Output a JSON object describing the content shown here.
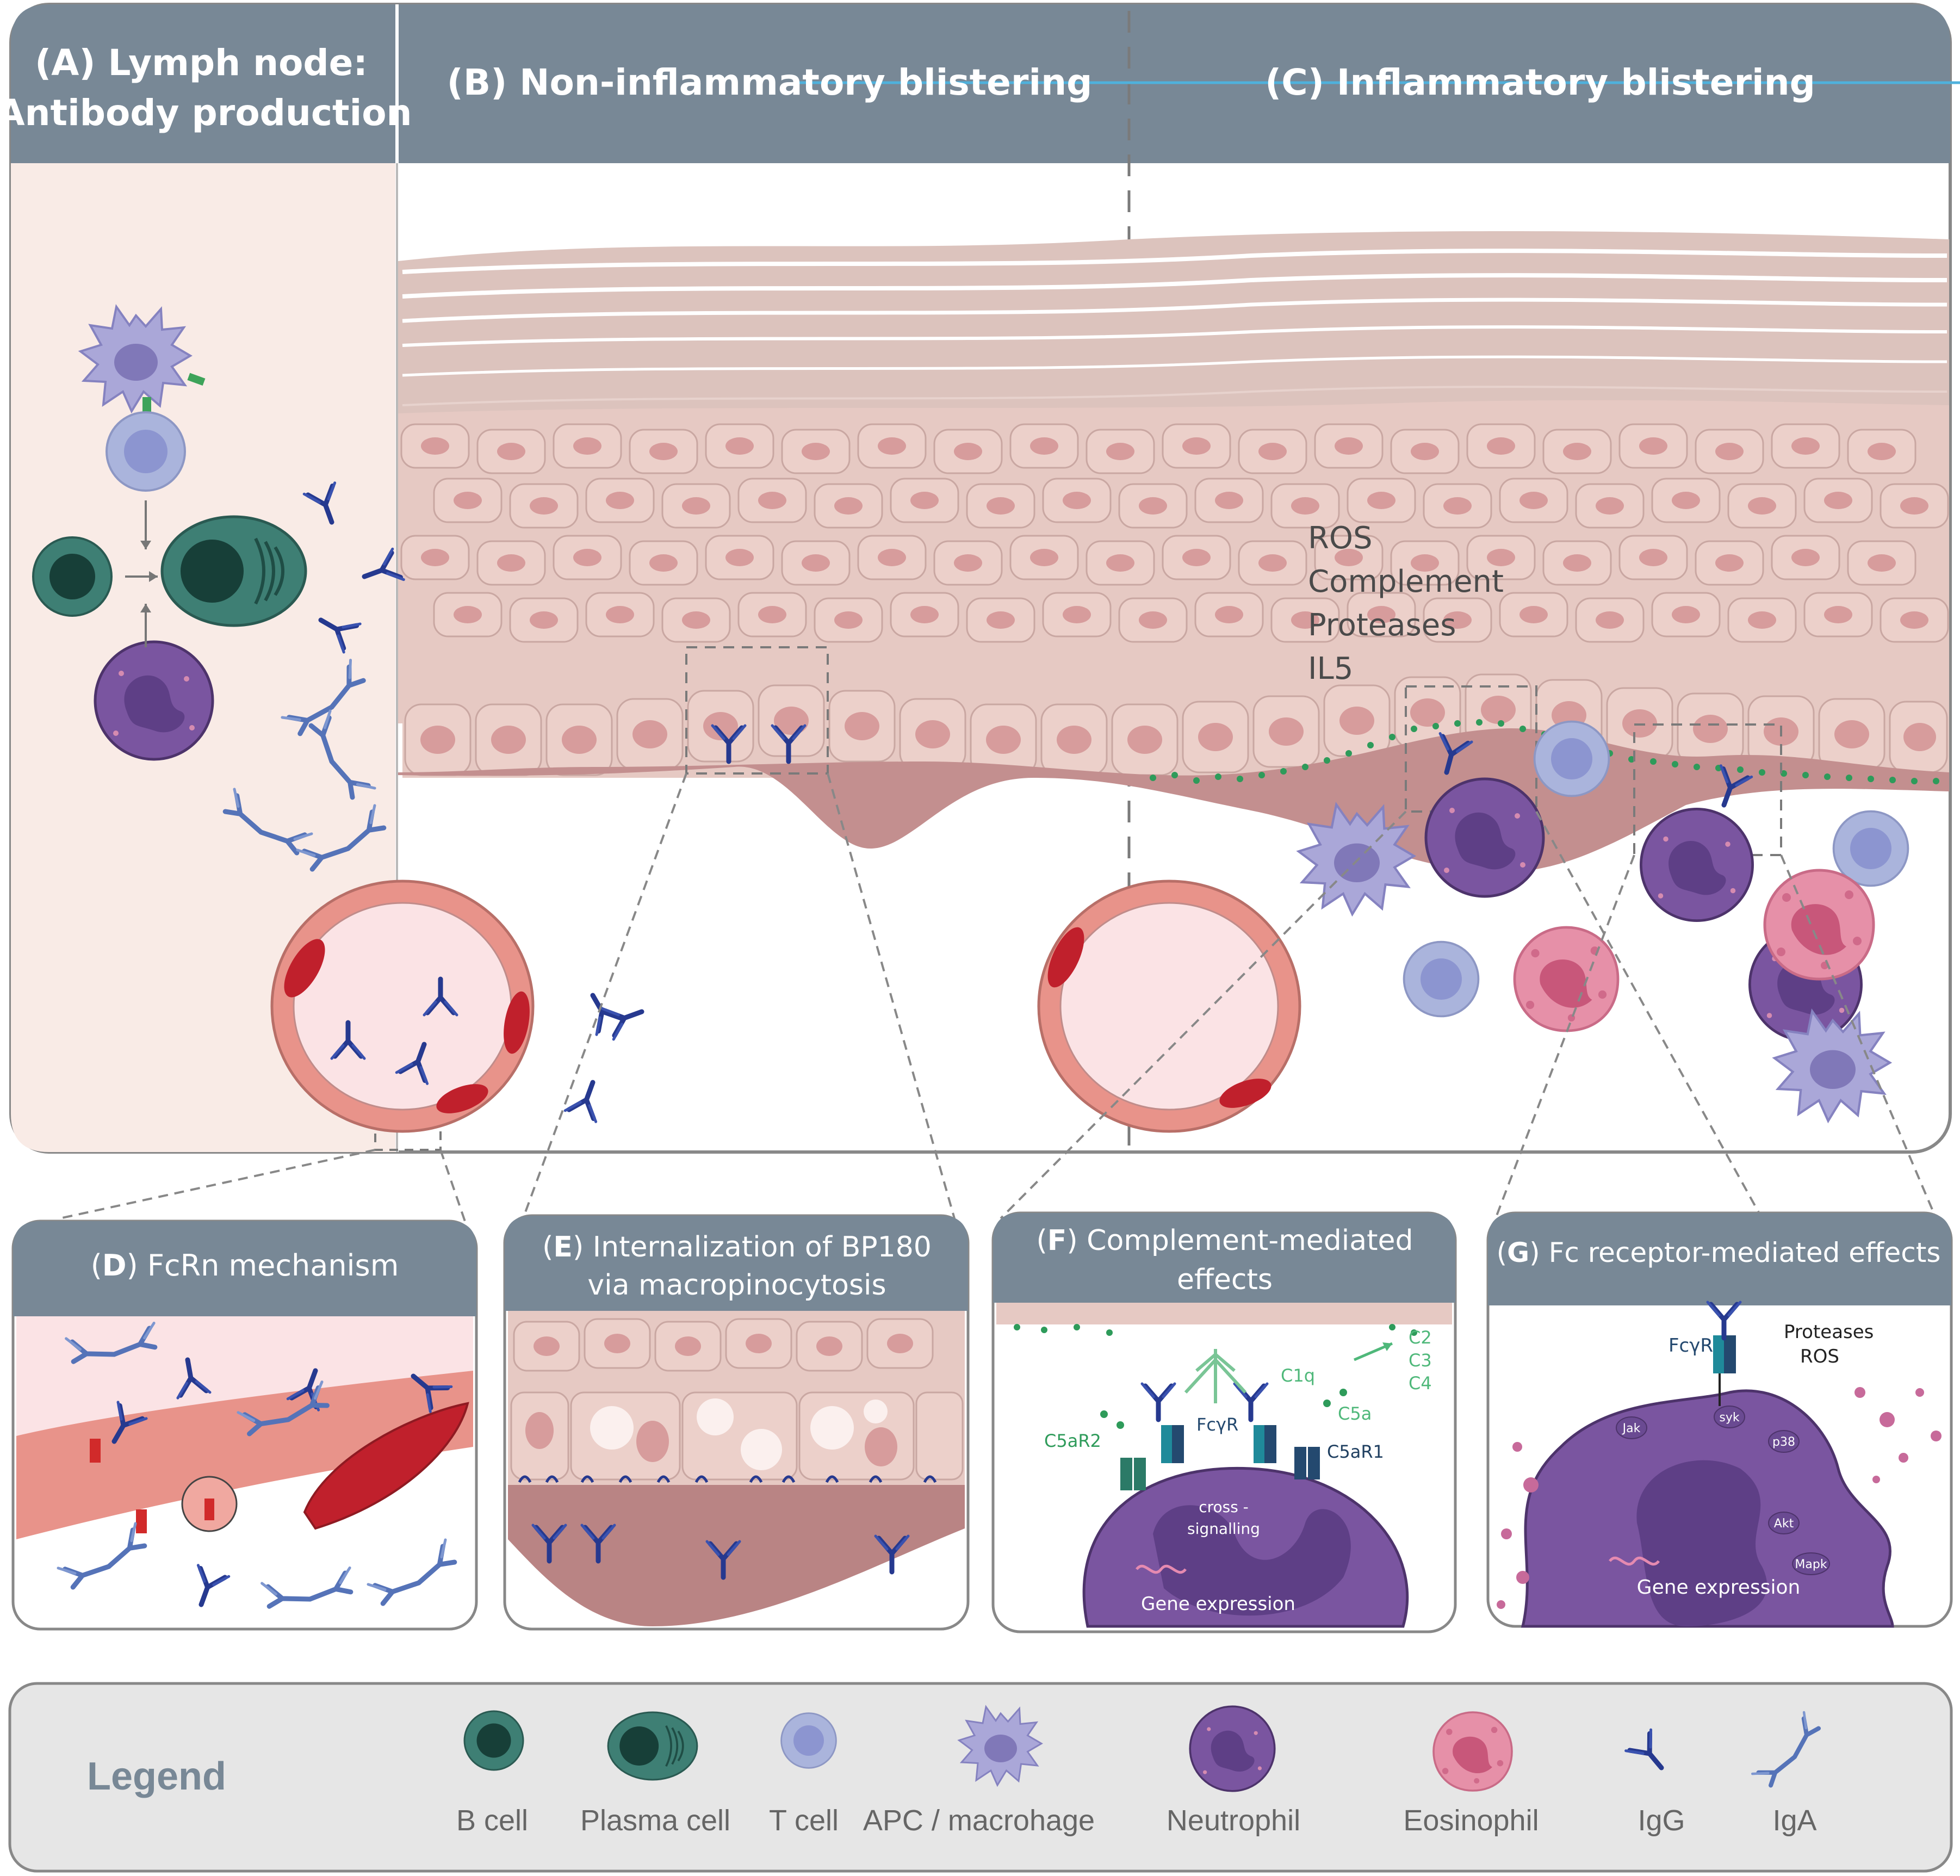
{
  "main": {
    "panel_a": {
      "title_line1": "(A) Lymph node:",
      "title_line2": "Antibody production"
    },
    "panel_b": {
      "title": "(B) Non-inflammatory blistering"
    },
    "panel_c": {
      "title": "(C) Inflammatory blistering",
      "mediators": [
        "ROS",
        "Complement",
        "Proteases",
        "IL5"
      ]
    }
  },
  "insets": {
    "d": {
      "title_prefix": "(",
      "title_letter": "D",
      "title_rest": ") FcRn mechanism"
    },
    "e": {
      "title_prefix": "(",
      "title_letter": "E",
      "title_rest": ") Internalization of BP180",
      "title_line2": "via macropinocytosis"
    },
    "f": {
      "title_prefix": "(",
      "title_letter": "F",
      "title_rest": ") Complement-mediated",
      "title_line2": "effects",
      "labels": {
        "c2": "C2",
        "c3": "C3",
        "c4": "C4",
        "c1q": "C1q",
        "c5a": "C5a",
        "c5ar1": "C5aR1",
        "c5ar2": "C5aR2",
        "fcgr": "FcγR",
        "cross1": "cross -",
        "cross2": "signalling",
        "gene": "Gene expression"
      }
    },
    "g": {
      "title_prefix": "(",
      "title_letter": "G",
      "title_rest": ") Fc receptor-mediated effects",
      "labels": {
        "fcgr": "FcγR",
        "proteases": "Proteases",
        "ros": "ROS",
        "syk": "syk",
        "jak": "Jak",
        "p38": "p38",
        "akt": "Akt",
        "mapk": "Mapk",
        "gene": "Gene expression"
      }
    }
  },
  "legend": {
    "title": "Legend",
    "items": [
      "B cell",
      "Plasma cell",
      "T cell",
      "APC / macrohage",
      "Neutrophil",
      "Eosinophil",
      "IgG",
      "IgA"
    ]
  },
  "colors": {
    "header": "#788896",
    "skin_pink": "#e8c7c1",
    "dermis": "#c38f8f",
    "lymph_bg": "#f9ebe6",
    "igg": "#26398f",
    "iga": "#5573b8",
    "neutrophil": "#7a55a0",
    "eosinophil": "#e690a8",
    "tcell": "#aab4dc",
    "bcell": "#3e7f74",
    "complement_green": "#2e9b5a",
    "legend_bg": "#e6e6e6"
  }
}
